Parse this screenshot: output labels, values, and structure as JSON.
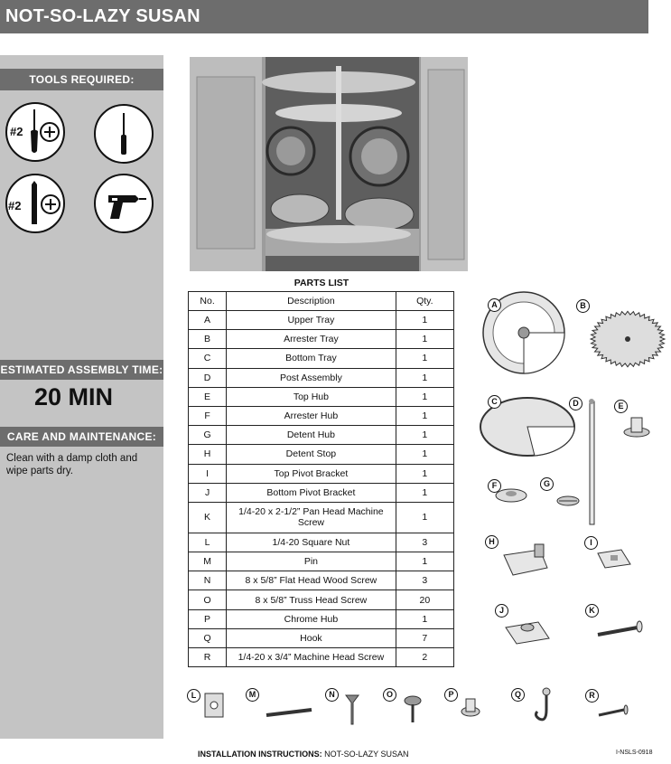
{
  "title": "NOT-SO-LAZY SUSAN",
  "sidebar": {
    "tools_heading": "TOOLS REQUIRED:",
    "tools": [
      {
        "icon": "phillips-screwdriver-icon",
        "label": "#2"
      },
      {
        "icon": "flat-screwdriver-icon",
        "label": ""
      },
      {
        "icon": "phillips-bit-icon",
        "label": "#2"
      },
      {
        "icon": "power-drill-icon",
        "label": ""
      }
    ],
    "time_heading": "ESTIMATED ASSEMBLY TIME:",
    "time_value": "20 MIN",
    "care_heading": "CARE AND MAINTENANCE:",
    "care_text": "Clean with a damp cloth and wipe parts dry."
  },
  "parts_list": {
    "title": "PARTS LIST",
    "headers": [
      "No.",
      "Description",
      "Qty."
    ],
    "rows": [
      [
        "A",
        "Upper Tray",
        "1"
      ],
      [
        "B",
        "Arrester Tray",
        "1"
      ],
      [
        "C",
        "Bottom Tray",
        "1"
      ],
      [
        "D",
        "Post Assembly",
        "1"
      ],
      [
        "E",
        "Top Hub",
        "1"
      ],
      [
        "F",
        "Arrester Hub",
        "1"
      ],
      [
        "G",
        "Detent Hub",
        "1"
      ],
      [
        "H",
        "Detent Stop",
        "1"
      ],
      [
        "I",
        "Top Pivot Bracket",
        "1"
      ],
      [
        "J",
        "Bottom Pivot Bracket",
        "1"
      ],
      [
        "K",
        "1/4-20 x 2-1/2” Pan Head Machine Screw",
        "1"
      ],
      [
        "L",
        "1/4-20 Square Nut",
        "3"
      ],
      [
        "M",
        "Pin",
        "1"
      ],
      [
        "N",
        "8 x 5/8” Flat Head Wood Screw",
        "3"
      ],
      [
        "O",
        "8 x 5/8” Truss Head Screw",
        "20"
      ],
      [
        "P",
        "Chrome Hub",
        "1"
      ],
      [
        "Q",
        "Hook",
        "7"
      ],
      [
        "R",
        "1/4-20 x 3/4” Machine Head Screw",
        "2"
      ]
    ]
  },
  "diagram_labels": [
    "A",
    "B",
    "C",
    "D",
    "E",
    "F",
    "G",
    "H",
    "I",
    "J",
    "K",
    "L",
    "M",
    "N",
    "O",
    "P",
    "Q",
    "R"
  ],
  "footer": {
    "prefix": "INSTALLATION INSTRUCTIONS:",
    "suffix": " NOT-SO-LAZY SUSAN",
    "doc_id": "I-NSLS-0918"
  }
}
